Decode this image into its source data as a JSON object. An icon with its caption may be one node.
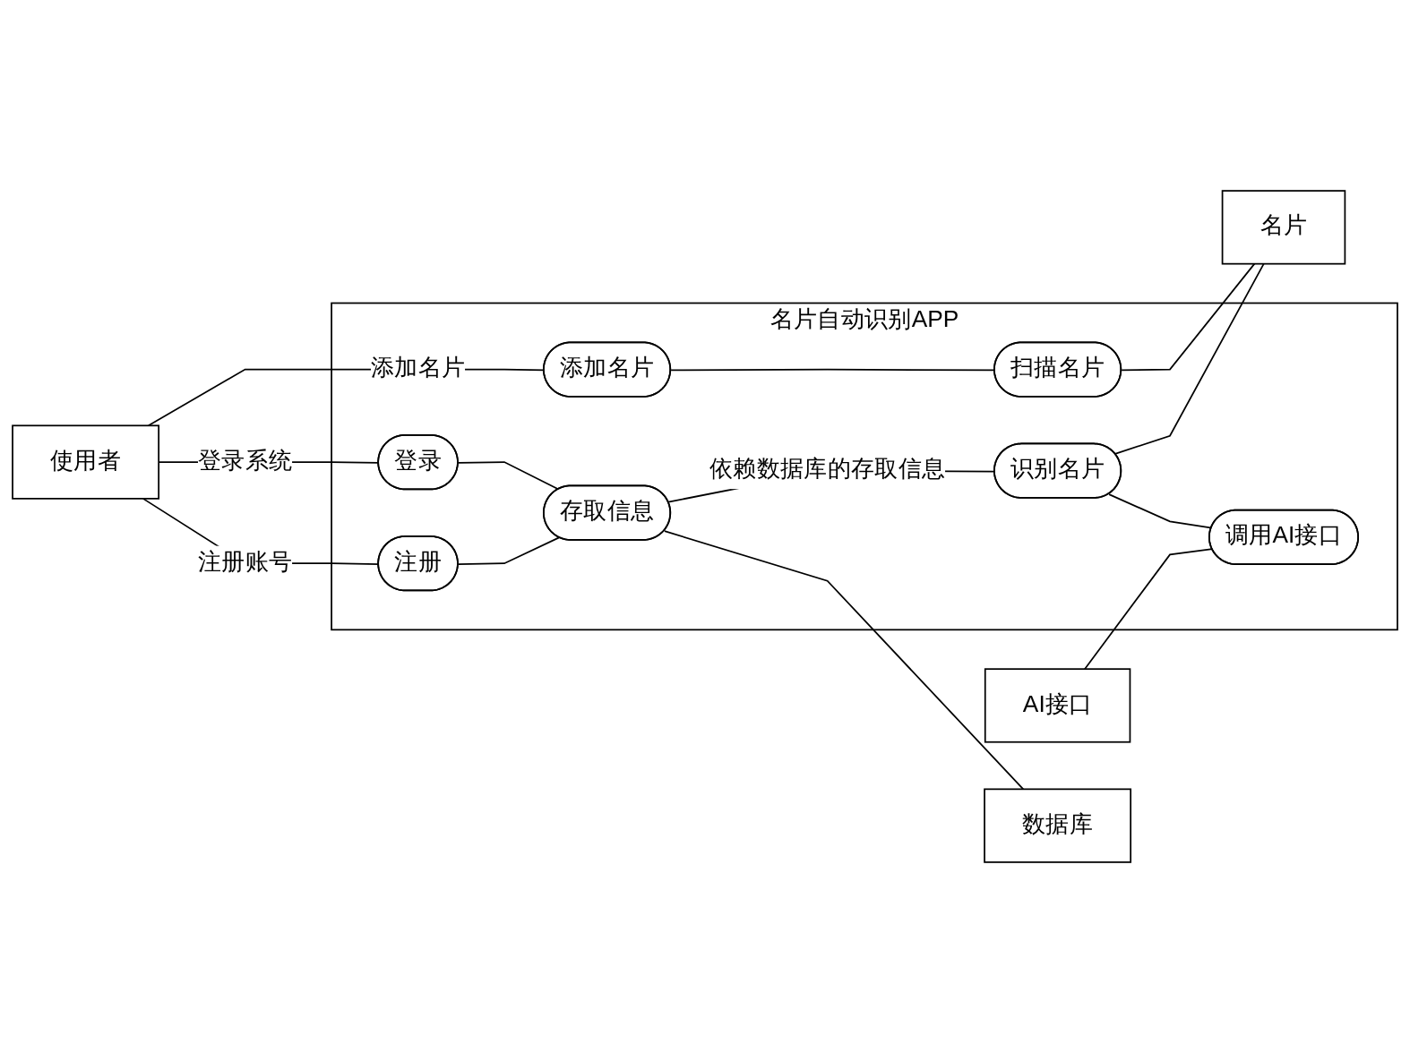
{
  "diagram": {
    "nodes": [
      {
        "text": [
          "名片自动识别APP"
        ]
      },
      {
        "text": [
          "注册"
        ],
        "in": 0
      },
      {
        "text": [
          "存取信息"
        ],
        "in": 0
      },
      {
        "text": [
          "登录"
        ],
        "in": 0
      },
      {
        "text": [
          "识别名片"
        ],
        "in": 0
      },
      {
        "text": [
          "添加名片"
        ],
        "in": 0
      },
      {
        "text": [
          "扫描名片"
        ],
        "in": 0
      },
      {
        "text": [
          "调用AI接口"
        ],
        "in": 0
      },
      {
        "text": [
          "使用者"
        ]
      },
      {
        "text": [
          "数据库"
        ]
      },
      {
        "text": [
          "名片"
        ]
      },
      {
        "text": [
          "AI接口"
        ]
      }
    ],
    "edges": [
      {
        "from": 8,
        "to": 1,
        "arrow": "none",
        "label": "注册账号"
      },
      {
        "from": 8,
        "to": 3,
        "arrow": "none",
        "label": "登录系统"
      },
      {
        "from": 8,
        "to": 5,
        "arrow": "none",
        "label": "添加名片"
      },
      {
        "from": 1,
        "to": 2,
        "arrow": "none"
      },
      {
        "from": 3,
        "to": 2,
        "arrow": "none"
      },
      {
        "from": 2,
        "to": 9,
        "arrow": "none"
      },
      {
        "from": 2,
        "to": 4,
        "arrow": "none",
        "label": "依赖数据库的存取信息"
      },
      {
        "from": 4,
        "to": 7,
        "arrow": "none"
      },
      {
        "from": 4,
        "to": 10,
        "arrow": "none"
      },
      {
        "from": 5,
        "to": 6,
        "arrow": "none"
      },
      {
        "from": 6,
        "to": 10,
        "arrow": "none"
      },
      {
        "from": 11,
        "to": 7,
        "arrow": "none"
      }
    ]
  }
}
